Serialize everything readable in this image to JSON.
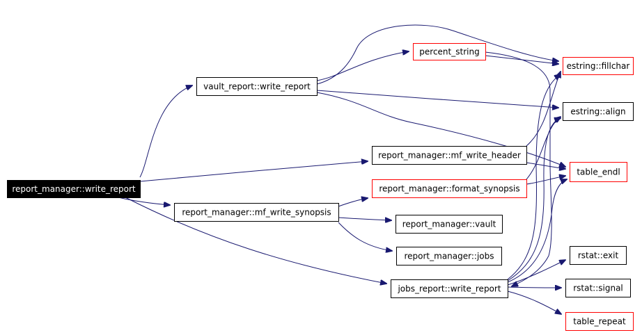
{
  "graph": {
    "nodes": [
      {
        "id": "root",
        "label": "report_manager::write_report",
        "style": "root"
      },
      {
        "id": "vault_wr",
        "label": "vault_report::write_report",
        "style": "normal"
      },
      {
        "id": "mf_header",
        "label": "report_manager::mf_write_header",
        "style": "normal"
      },
      {
        "id": "mf_synopsis",
        "label": "report_manager::mf_write_synopsis",
        "style": "normal"
      },
      {
        "id": "jobs_wr",
        "label": "jobs_report::write_report",
        "style": "normal"
      },
      {
        "id": "percent",
        "label": "percent_string",
        "style": "undocumented"
      },
      {
        "id": "format_syn",
        "label": "report_manager::format_synopsis",
        "style": "undocumented"
      },
      {
        "id": "rm_vault",
        "label": "report_manager::vault",
        "style": "normal"
      },
      {
        "id": "rm_jobs",
        "label": "report_manager::jobs",
        "style": "normal"
      },
      {
        "id": "fillchar",
        "label": "estring::fillchar",
        "style": "undocumented"
      },
      {
        "id": "align",
        "label": "estring::align",
        "style": "normal"
      },
      {
        "id": "table_endl",
        "label": "table_endl",
        "style": "undocumented"
      },
      {
        "id": "rstat_exit",
        "label": "rstat::exit",
        "style": "normal"
      },
      {
        "id": "rstat_signal",
        "label": "rstat::signal",
        "style": "normal"
      },
      {
        "id": "table_repeat",
        "label": "table_repeat",
        "style": "undocumented"
      }
    ],
    "edges": [
      {
        "from": "root",
        "to": "vault_wr"
      },
      {
        "from": "root",
        "to": "mf_header"
      },
      {
        "from": "root",
        "to": "mf_synopsis"
      },
      {
        "from": "root",
        "to": "jobs_wr"
      },
      {
        "from": "vault_wr",
        "to": "percent"
      },
      {
        "from": "vault_wr",
        "to": "fillchar"
      },
      {
        "from": "vault_wr",
        "to": "align"
      },
      {
        "from": "vault_wr",
        "to": "table_endl"
      },
      {
        "from": "percent",
        "to": "fillchar"
      },
      {
        "from": "percent",
        "to": "align"
      },
      {
        "from": "mf_header",
        "to": "fillchar"
      },
      {
        "from": "mf_header",
        "to": "table_endl"
      },
      {
        "from": "mf_synopsis",
        "to": "format_syn"
      },
      {
        "from": "mf_synopsis",
        "to": "rm_vault"
      },
      {
        "from": "mf_synopsis",
        "to": "rm_jobs"
      },
      {
        "from": "format_syn",
        "to": "align"
      },
      {
        "from": "format_syn",
        "to": "table_endl"
      },
      {
        "from": "jobs_wr",
        "to": "fillchar"
      },
      {
        "from": "jobs_wr",
        "to": "align"
      },
      {
        "from": "jobs_wr",
        "to": "table_endl"
      },
      {
        "from": "jobs_wr",
        "to": "rstat_exit"
      },
      {
        "from": "jobs_wr",
        "to": "rstat_signal"
      },
      {
        "from": "jobs_wr",
        "to": "table_repeat"
      }
    ],
    "colors": {
      "edge": "#191970",
      "root_fill": "#000000",
      "root_text": "#ffffff",
      "node_border": "#000000",
      "undocumented_border": "#ff0000",
      "node_fill": "#ffffff",
      "node_text": "#000000"
    }
  }
}
